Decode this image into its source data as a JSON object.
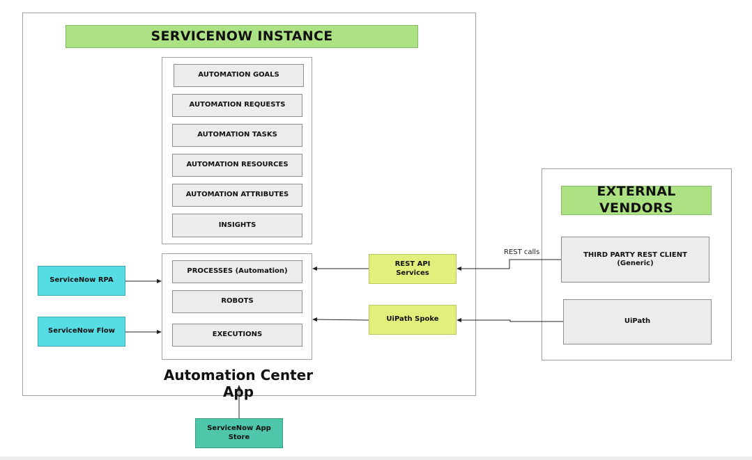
{
  "instance": {
    "title": "SERVICENOW INSTANCE",
    "app_label": "Automation Center App",
    "tables": [
      "AUTOMATION GOALS",
      "AUTOMATION REQUESTS",
      "AUTOMATION TASKS",
      "AUTOMATION RESOURCES",
      "AUTOMATION ATTRIBUTES",
      "INSIGHTS"
    ],
    "runtime": [
      "PROCESSES (Automation)",
      "ROBOTS",
      "EXECUTIONS"
    ]
  },
  "sources": {
    "rpa": "ServiceNow RPA",
    "flow": "ServiceNow Flow",
    "app_store": "ServiceNow App Store"
  },
  "integrations": {
    "rest_api": "REST API\nServices",
    "uipath_spoke": "UiPath Spoke"
  },
  "external": {
    "title": "EXTERNAL VENDORS",
    "rest_client": "THIRD PARTY REST CLIENT\n(Generic)",
    "uipath": "UiPath"
  },
  "edges": {
    "rest_calls": "REST calls"
  },
  "colors": {
    "banner_green": "#ace184",
    "service_lime": "#e2f07b",
    "source_cyan": "#55dde3",
    "store_teal": "#4fc6a9",
    "table_gray": "#ececec"
  }
}
